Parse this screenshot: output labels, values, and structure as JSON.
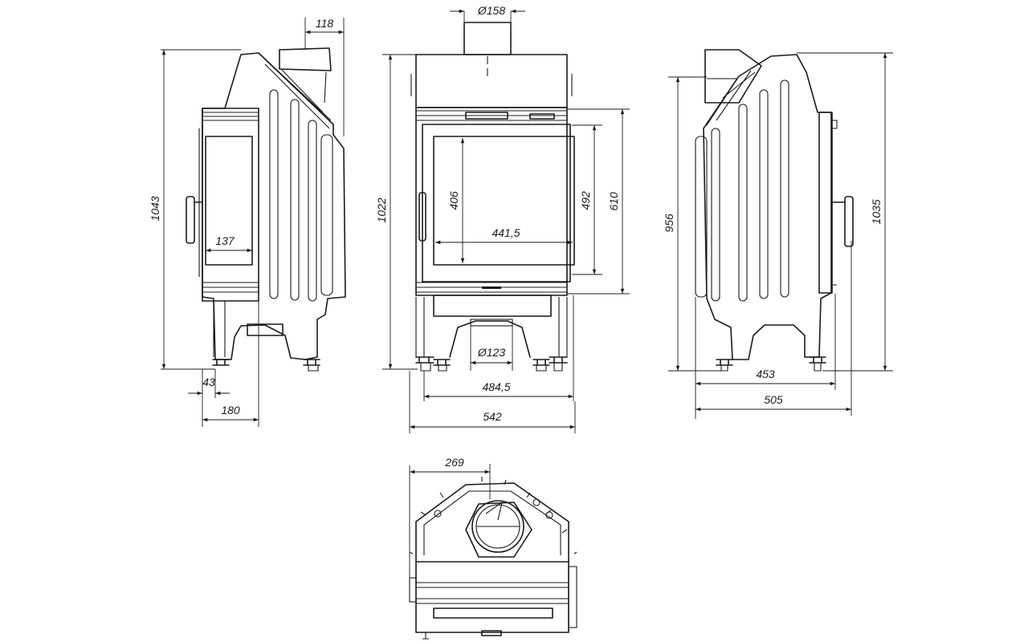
{
  "dimensions": {
    "side_left": {
      "height_total": "1043",
      "flue_offset": "118",
      "glass_width": "137",
      "leg_width": "43",
      "base_depth": "180"
    },
    "front": {
      "flue_diameter": "Ø158",
      "height_total": "1022",
      "glass_height": "406",
      "glass_width": "441,5",
      "opening_height": "492",
      "door_height": "610",
      "air_inlet_diameter": "Ø123",
      "inner_width": "484,5",
      "outer_width": "542"
    },
    "side_right": {
      "height_body": "956",
      "height_total": "1035",
      "depth_body": "453",
      "depth_total": "505"
    },
    "top": {
      "flue_offset": "269"
    }
  }
}
